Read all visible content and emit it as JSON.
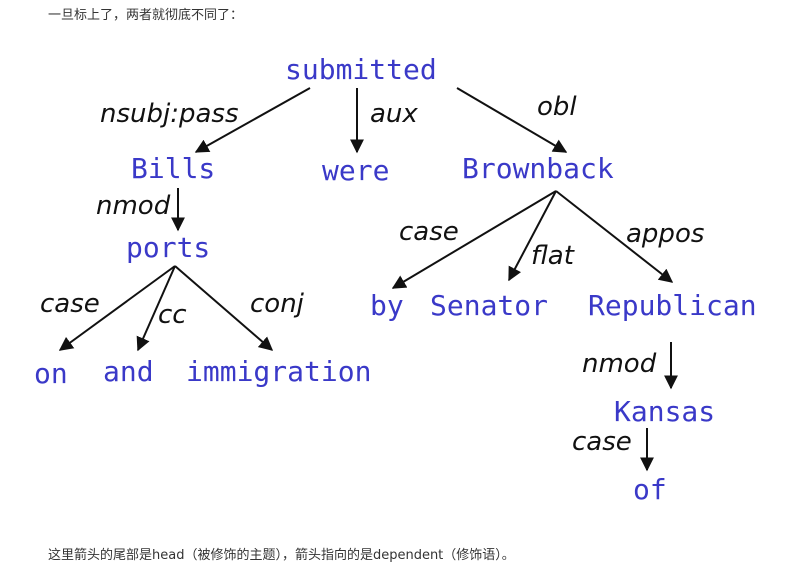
{
  "captions": {
    "top": "一旦标上了，两者就彻底不同了：",
    "bottom": "这里箭头的尾部是head（被修饰的主题），箭头指向的是dependent（修饰语）。"
  },
  "colors": {
    "word": "#3a39c8",
    "relation": "#111111",
    "arrow": "#111111"
  },
  "words": {
    "submitted": "submitted",
    "bills": "Bills",
    "were": "were",
    "brownback": "Brownback",
    "ports": "ports",
    "on": "on",
    "and": "and",
    "immigration": "immigration",
    "by": "by",
    "senator": "Senator",
    "republican": "Republican",
    "kansas": "Kansas",
    "of": "of"
  },
  "relations": {
    "nsubj_pass": "nsubj:pass",
    "aux": "aux",
    "obl": "obl",
    "nmod_ports": "nmod",
    "case_by": "case",
    "flat": "flat",
    "appos": "appos",
    "case_on": "case",
    "cc": "cc",
    "conj": "conj",
    "nmod_kansas": "nmod",
    "case_of": "case"
  }
}
